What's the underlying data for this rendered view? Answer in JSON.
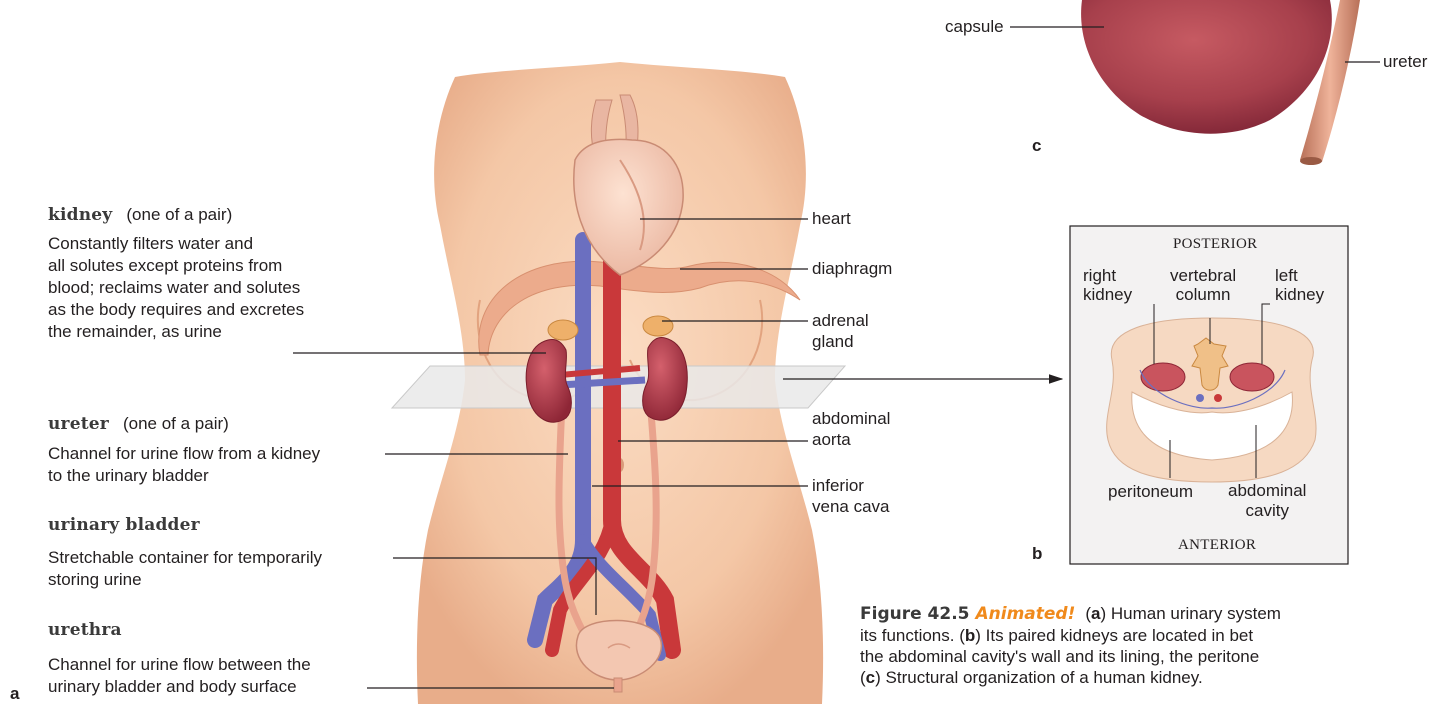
{
  "left_text": {
    "kidney_title": "kidney",
    "kidney_note": "(one of a pair)",
    "kidney_desc": [
      "Constantly filters water and",
      "all solutes except proteins from",
      "blood; reclaims water and solutes",
      "as the body requires and excretes",
      "the remainder, as urine"
    ],
    "ureter_title": "ureter",
    "ureter_note": "(one of a pair)",
    "ureter_desc": [
      "Channel for urine flow from a kidney",
      "to the urinary bladder"
    ],
    "bladder_title": "urinary bladder",
    "bladder_desc": [
      "Stretchable container for temporarily",
      "storing urine"
    ],
    "urethra_title": "urethra",
    "urethra_desc": [
      "Channel for urine flow between the",
      "urinary bladder and body surface"
    ]
  },
  "right_labels": {
    "heart": "heart",
    "diaphragm": "diaphragm",
    "adrenal": [
      "adrenal",
      "gland"
    ],
    "aorta": [
      "abdominal",
      "aorta"
    ],
    "vena_cava": [
      "inferior",
      "vena cava"
    ]
  },
  "panel_letters": {
    "a": "a",
    "b": "b",
    "c": "c"
  },
  "panel_c": {
    "capsule": "capsule",
    "ureter": "ureter"
  },
  "panel_b": {
    "posterior": "POSTERIOR",
    "anterior": "ANTERIOR",
    "right_kidney": [
      "right",
      "kidney"
    ],
    "vertebral_column": [
      "vertebral",
      "column"
    ],
    "left_kidney": [
      "left",
      "kidney"
    ],
    "peritoneum": "peritoneum",
    "abdominal_cavity": [
      "abdominal",
      "cavity"
    ]
  },
  "caption": {
    "figure_label": "Figure 42.5",
    "animated": "Animated!",
    "part_a": "a",
    "text_1": ") Human urinary system",
    "line_2": "its functions. (",
    "part_b": "b",
    "text_2": ") Its paired kidneys are located in bet",
    "line_3": "the abdominal cavity's wall and its lining, the peritone",
    "part_c": "c",
    "text_3": ") Structural organization of a human kidney."
  },
  "colors": {
    "skin": "#f6cfb0",
    "skin_shadow": "#e9b08e",
    "artery_red": "#c9383a",
    "vein_blue": "#6b6fc0",
    "kidney": "#b83a48",
    "adrenal": "#eeb06a",
    "ureter": "#e9a38d",
    "panel_bg": "#f3f2f2",
    "caption_orange": "#f08a1c"
  }
}
